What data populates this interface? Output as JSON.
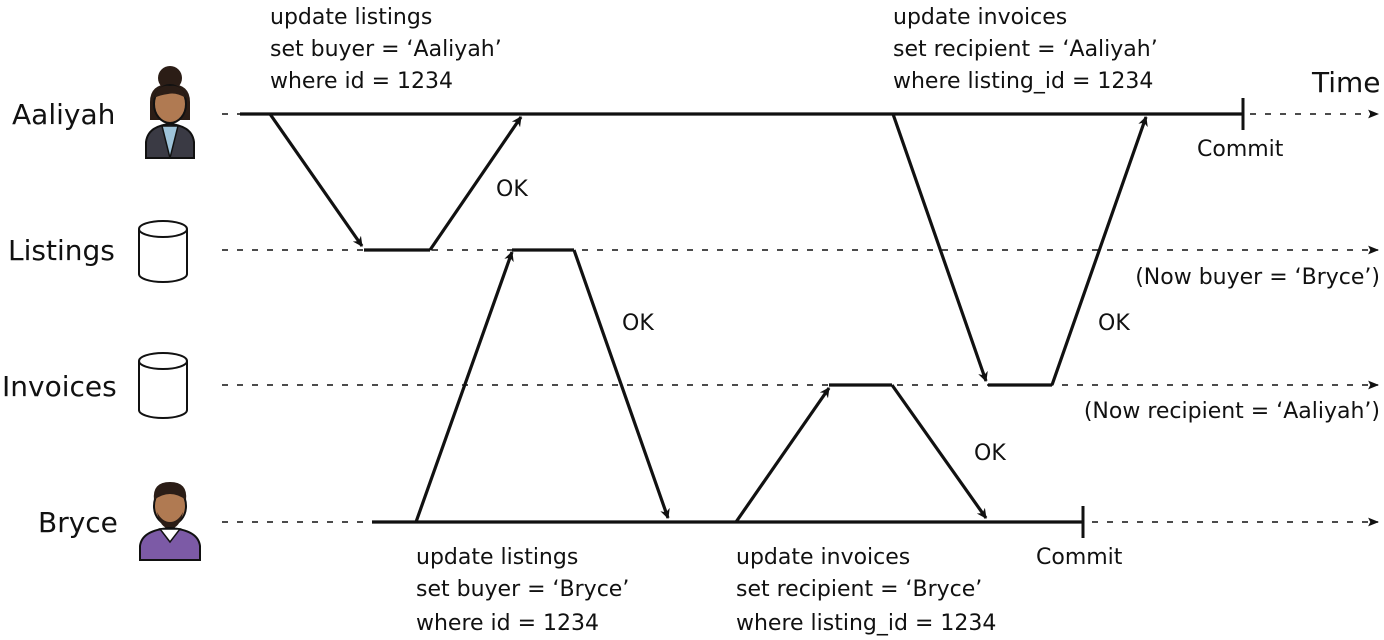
{
  "lanes": {
    "aaliyah": "Aaliyah",
    "listings": "Listings",
    "invoices": "Invoices",
    "bryce": "Bryce"
  },
  "time_label": "Time",
  "aaliyah_query_1": [
    "update listings",
    "set buyer = ‘Aaliyah’",
    "where id = 1234"
  ],
  "aaliyah_query_2": [
    "update invoices",
    "set recipient = ‘Aaliyah’",
    "where listing_id = 1234"
  ],
  "bryce_query_1": [
    "update listings",
    "set buyer = ‘Bryce’",
    "where id = 1234"
  ],
  "bryce_query_2": [
    "update invoices",
    "set recipient = ‘Bryce’",
    "where listing_id = 1234"
  ],
  "ok_label": "OK",
  "commit_label": "Commit",
  "listings_note": "(Now buyer = ‘Bryce’)",
  "invoices_note": "(Now recipient = ‘Aaliyah’)",
  "icons": {
    "aaliyah": "woman-avatar-icon",
    "bryce": "man-avatar-icon",
    "listings": "database-cylinder-icon",
    "invoices": "database-cylinder-icon"
  },
  "colors": {
    "aaliyah_shirt": "#9ec3d9",
    "bryce_shirt": "#7c5aa6",
    "skin": "#b07a52",
    "hair": "#2b1d16"
  }
}
